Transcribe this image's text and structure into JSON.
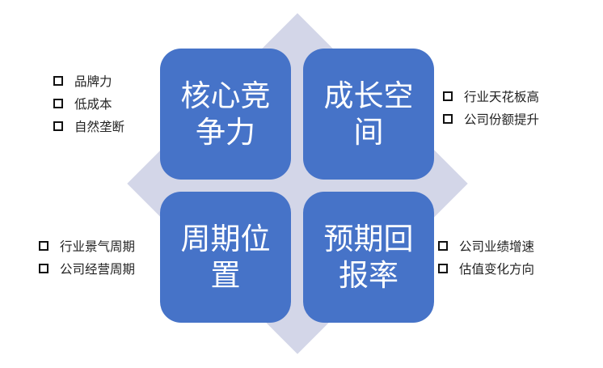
{
  "colors": {
    "diamond": "#d3d6e8",
    "quadrant": "#4673c8",
    "quadrant_text": "#ffffff",
    "list_text": "#222222"
  },
  "quadrants": {
    "top_left": {
      "line1": "核心竞",
      "line2": "争力"
    },
    "top_right": {
      "line1": "成长空",
      "line2": "间"
    },
    "bottom_left": {
      "line1": "周期位",
      "line2": "置"
    },
    "bottom_right": {
      "line1": "预期回",
      "line2": "报率"
    }
  },
  "lists": {
    "top_left": [
      "品牌力",
      "低成本",
      "自然垄断"
    ],
    "top_right": [
      "行业天花板高",
      "公司份额提升"
    ],
    "bottom_left": [
      "行业景气周期",
      "公司经营周期"
    ],
    "bottom_right": [
      "公司业绩增速",
      "估值变化方向"
    ]
  }
}
